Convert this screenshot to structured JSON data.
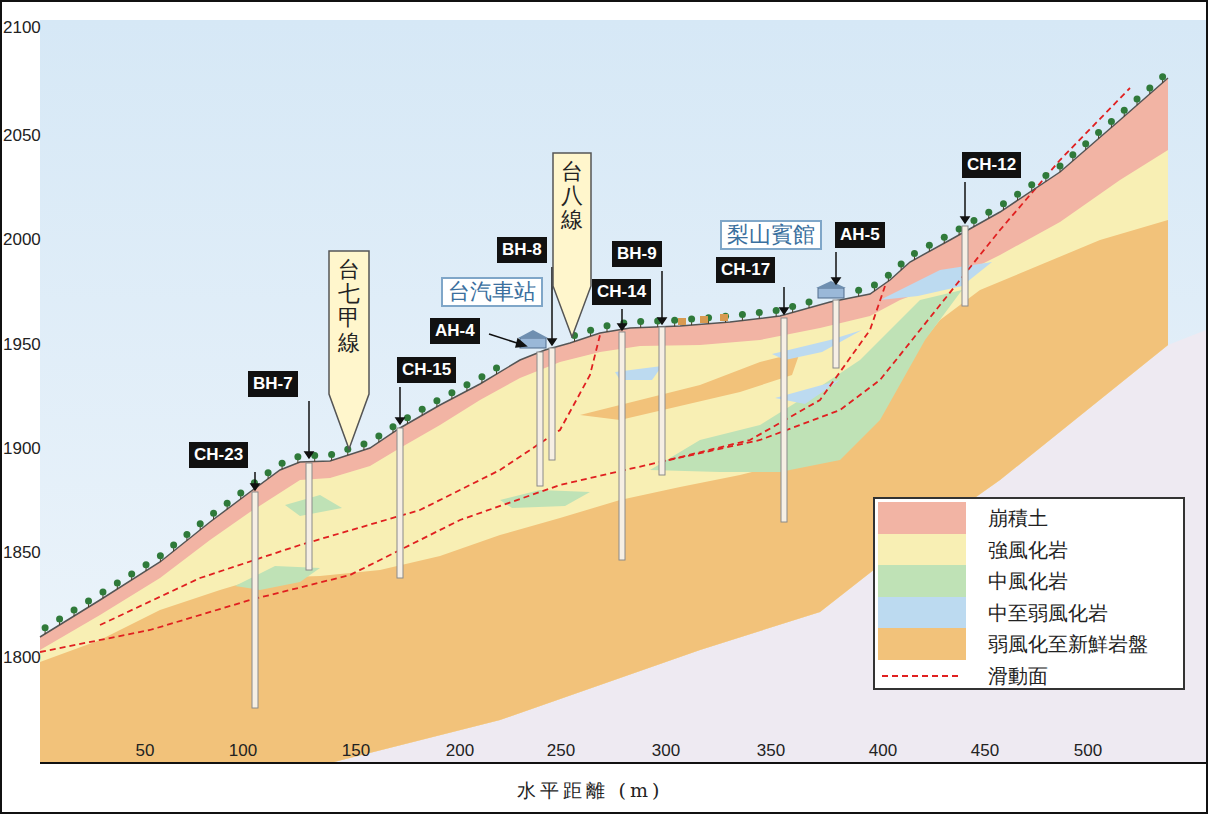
{
  "diagram": {
    "nodes": [
      {
        "text": [
          "CH-23"
        ]
      },
      {
        "text": [
          "BH-7"
        ]
      },
      {
        "text": [
          "台七甲線"
        ]
      },
      {
        "text": [
          "CH-15"
        ]
      },
      {
        "text": [
          "AH-4"
        ]
      },
      {
        "text": [
          "台汽車站"
        ]
      },
      {
        "text": [
          "BH-8"
        ]
      },
      {
        "text": [
          "台八線"
        ]
      },
      {
        "text": [
          "CH-14"
        ]
      },
      {
        "text": [
          "BH-9"
        ]
      },
      {
        "text": [
          "CH-17"
        ]
      },
      {
        "text": [
          "梨山賓館"
        ]
      },
      {
        "text": [
          "AH-5"
        ]
      },
      {
        "text": [
          "CH-12"
        ]
      }
    ],
    "labels": [
      "2100",
      "2050",
      "2000",
      "1950",
      "1900",
      "1850",
      "1800",
      "50",
      "100",
      "150",
      "200",
      "250",
      "300",
      "350",
      "400",
      "450",
      "500",
      "水平距離 (m)"
    ],
    "legend": [
      {
        "text": "崩積土",
        "color": "#f2b4a4"
      },
      {
        "text": "強風化岩",
        "color": "#f8efb4"
      },
      {
        "text": "中風化岩",
        "color": "#bfe2b6"
      },
      {
        "text": "中至弱風化岩",
        "color": "#bcdaf0"
      },
      {
        "text": "弱風化至新鮮岩盤",
        "color": "#f2c27a"
      },
      {
        "text": "滑動面"
      }
    ]
  }
}
